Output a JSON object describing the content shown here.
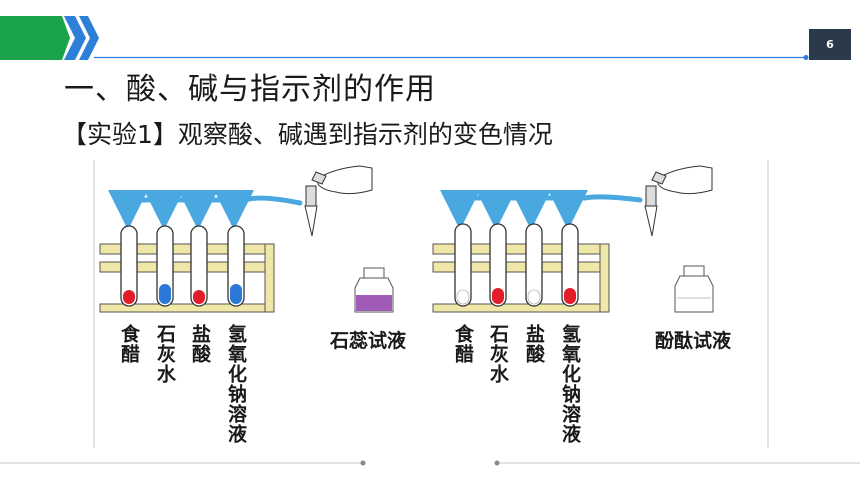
{
  "header": {
    "page_number": "6",
    "accent_green": "#1aa34a",
    "accent_blue": "#2e7fd8"
  },
  "title": "一、酸、碱与指示剂的作用",
  "subtitle": "【实验1】观察酸、碱遇到指示剂的变色情况",
  "figure": {
    "left_panel": {
      "tube_labels": [
        "食醋",
        "石灰水",
        "盐酸",
        "氢氧化钠溶液"
      ],
      "tube_colors": [
        "#e11d2a",
        "#2b78d8",
        "#e11d2a",
        "#2b78d8"
      ],
      "indicator_label": "石蕊试液",
      "indicator_color": "#a05ab8"
    },
    "right_panel": {
      "tube_labels": [
        "食醋",
        "石灰水",
        "盐酸",
        "氢氧化钠溶液"
      ],
      "tube_colors": [
        "#ffffff",
        "#e11d2a",
        "#ffffff",
        "#e11d2a"
      ],
      "indicator_label": "酚酞试液",
      "indicator_color": "#ffffff"
    },
    "arrow_color": "#4aa8e0"
  }
}
